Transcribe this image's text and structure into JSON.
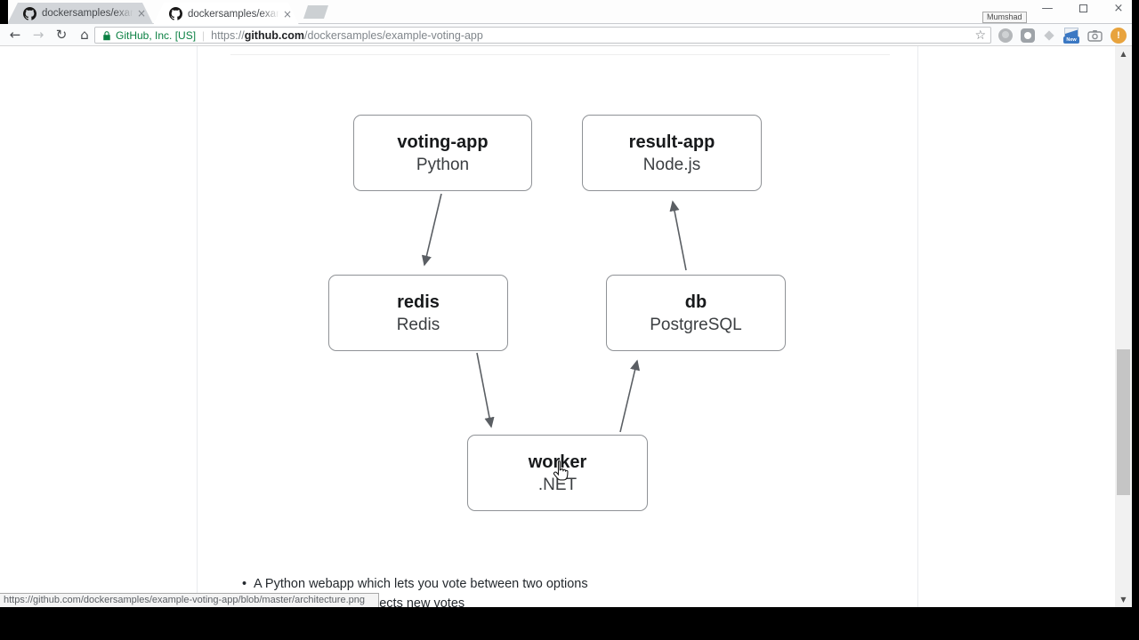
{
  "window": {
    "tabs": [
      {
        "title": "dockersamples/example"
      },
      {
        "title": "dockersamples/example"
      }
    ],
    "tab_close_glyph": "×",
    "profile_tooltip": "Mumshad",
    "controls": {
      "minimize": "—",
      "close": "×"
    }
  },
  "toolbar": {
    "nav": {
      "back": "←",
      "forward": "→",
      "reload": "↻",
      "home": "⌂"
    },
    "omnibox": {
      "security_label": "GitHub, Inc. [US]",
      "divider": "|",
      "url_scheme": "https://",
      "url_host": "github.com",
      "url_path": "/dockersamples/example-voting-app",
      "star": "☆"
    },
    "extensions": {
      "new_badge": "New",
      "avatar_mark": "!"
    }
  },
  "page": {
    "diagram": {
      "nodes": [
        {
          "id": "voting-app",
          "title": "voting-app",
          "subtitle": "Python"
        },
        {
          "id": "result-app",
          "title": "result-app",
          "subtitle": "Node.js"
        },
        {
          "id": "redis",
          "title": "redis",
          "subtitle": "Redis"
        },
        {
          "id": "db",
          "title": "db",
          "subtitle": "PostgreSQL"
        },
        {
          "id": "worker",
          "title": "worker",
          "subtitle": ".NET"
        }
      ],
      "edges": [
        {
          "from": "voting-app",
          "to": "redis"
        },
        {
          "from": "db",
          "to": "result-app"
        },
        {
          "from": "redis",
          "to": "worker"
        },
        {
          "from": "worker",
          "to": "db"
        }
      ]
    },
    "bullets": {
      "marker": "•",
      "first": "A Python webapp which lets you vote between two options",
      "partial_second": "lects new votes"
    }
  },
  "status_bar": {
    "link_url": "https://github.com/dockersamples/example-voting-app/blob/master/architecture.png"
  },
  "scrollbar": {
    "up": "▲",
    "down": "▼"
  },
  "colors": {
    "security_green": "#0b8043",
    "extension_blue": "#3b78c3",
    "avatar_orange": "#e8a33d",
    "node_border": "#8f9296",
    "arrow": "#5a5e63"
  }
}
